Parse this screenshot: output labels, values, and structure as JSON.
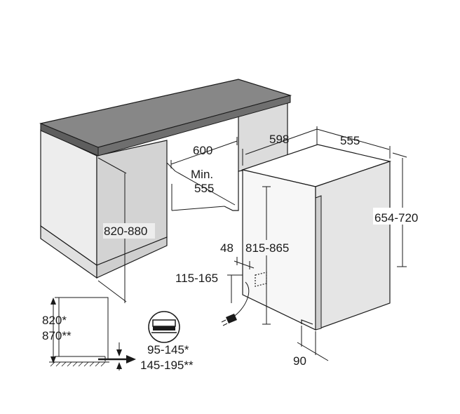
{
  "dimensions": {
    "niche_width": "600",
    "niche_depth_min_a": "Min.",
    "niche_depth_min_b": "555",
    "niche_height": "820-880",
    "appliance_width": "598",
    "appliance_depth": "555",
    "appliance_height": "654-720",
    "body_height": "815-865",
    "socket_offset": "48",
    "socket_height": "115-165",
    "plinth_depth": "90",
    "cabinet_height_a": "820*",
    "cabinet_height_b": "870**",
    "plinth_height_a": "95-145*",
    "plinth_height_b": "145-195**"
  },
  "colors": {
    "countertop_top": "#878787",
    "countertop_edge": "#5e5e5e",
    "cabinet_front": "#ededed",
    "cabinet_side": "#d3d3d3",
    "appliance_front": "#e5e5e5",
    "appliance_side": "#f7f7f7",
    "door": "#d8d8d8"
  },
  "icons": [
    "plinth-icon",
    "power-plug-icon",
    "arrow-right-icon"
  ]
}
